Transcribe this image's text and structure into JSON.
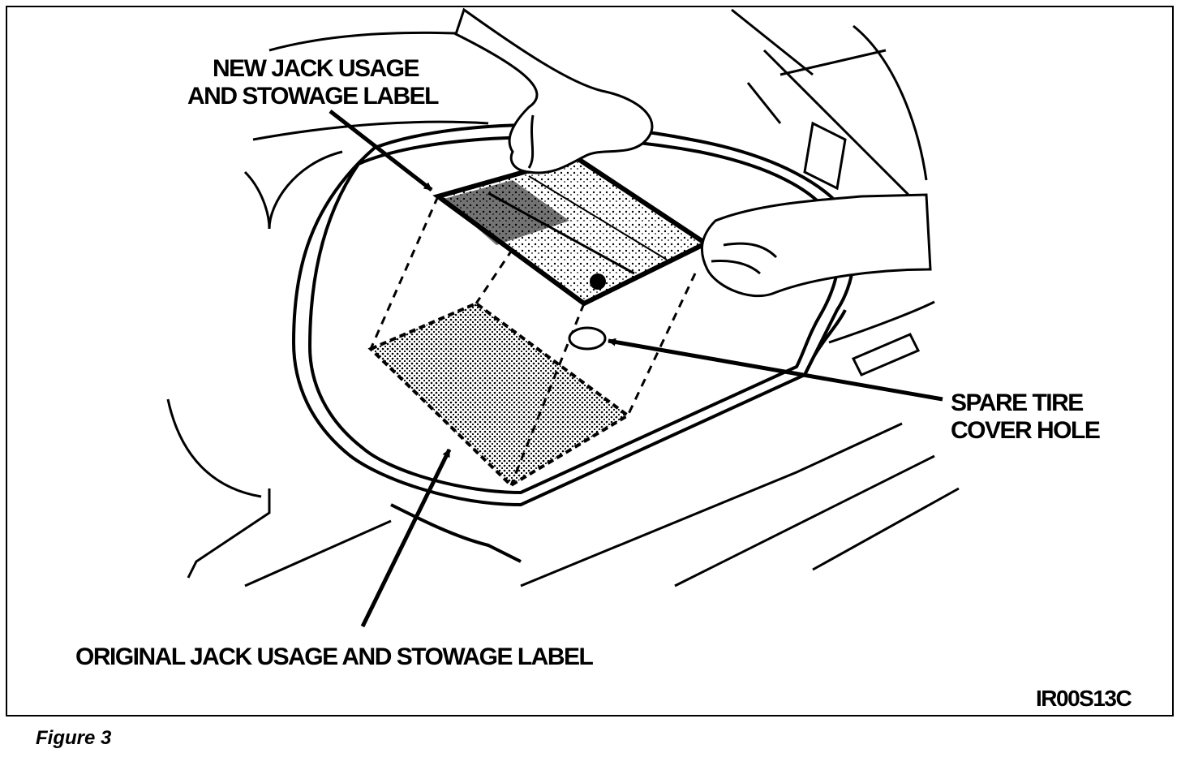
{
  "callouts": {
    "new_label_line1": "NEW JACK USAGE",
    "new_label_line2": "AND STOWAGE LABEL",
    "hole_line1": "SPARE TIRE",
    "hole_line2": "COVER HOLE",
    "original_label": "ORIGINAL JACK USAGE AND STOWAGE LABEL",
    "illustration_id": "IR00S13C"
  },
  "caption": "Figure 3"
}
